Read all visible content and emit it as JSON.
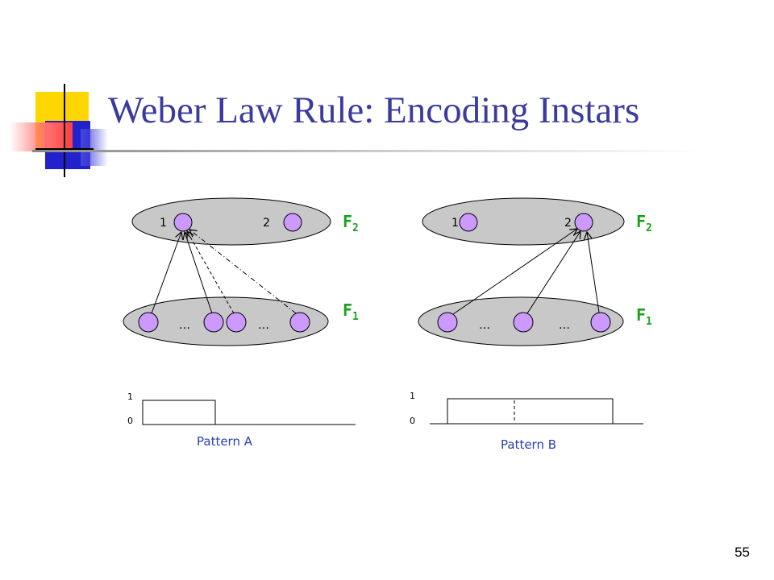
{
  "slide": {
    "title": "Weber Law Rule: Encoding Instars",
    "page_number": "55"
  },
  "colors": {
    "title": "#3b3b9e",
    "node_fill": "#cc99ff",
    "layer_fill": "#c8c8c8",
    "layer_label": "#1aa11a",
    "pattern_label": "#2a3fb0"
  },
  "left_network": {
    "f2_label": "F",
    "f2_sub": "2",
    "f1_label": "F",
    "f1_sub": "1",
    "node1_label": "1",
    "node2_label": "2",
    "dots_a": "…",
    "dots_b": "…"
  },
  "right_network": {
    "f2_label": "F",
    "f2_sub": "2",
    "f1_label": "F",
    "f1_sub": "1",
    "node1_label": "1",
    "node2_label": "2",
    "dots_a": "…",
    "dots_b": "…"
  },
  "pattern_a": {
    "label": "Pattern A",
    "y_high": "1",
    "y_low": "0"
  },
  "pattern_b": {
    "label": "Pattern B",
    "y_high": "1",
    "y_low": "0"
  }
}
